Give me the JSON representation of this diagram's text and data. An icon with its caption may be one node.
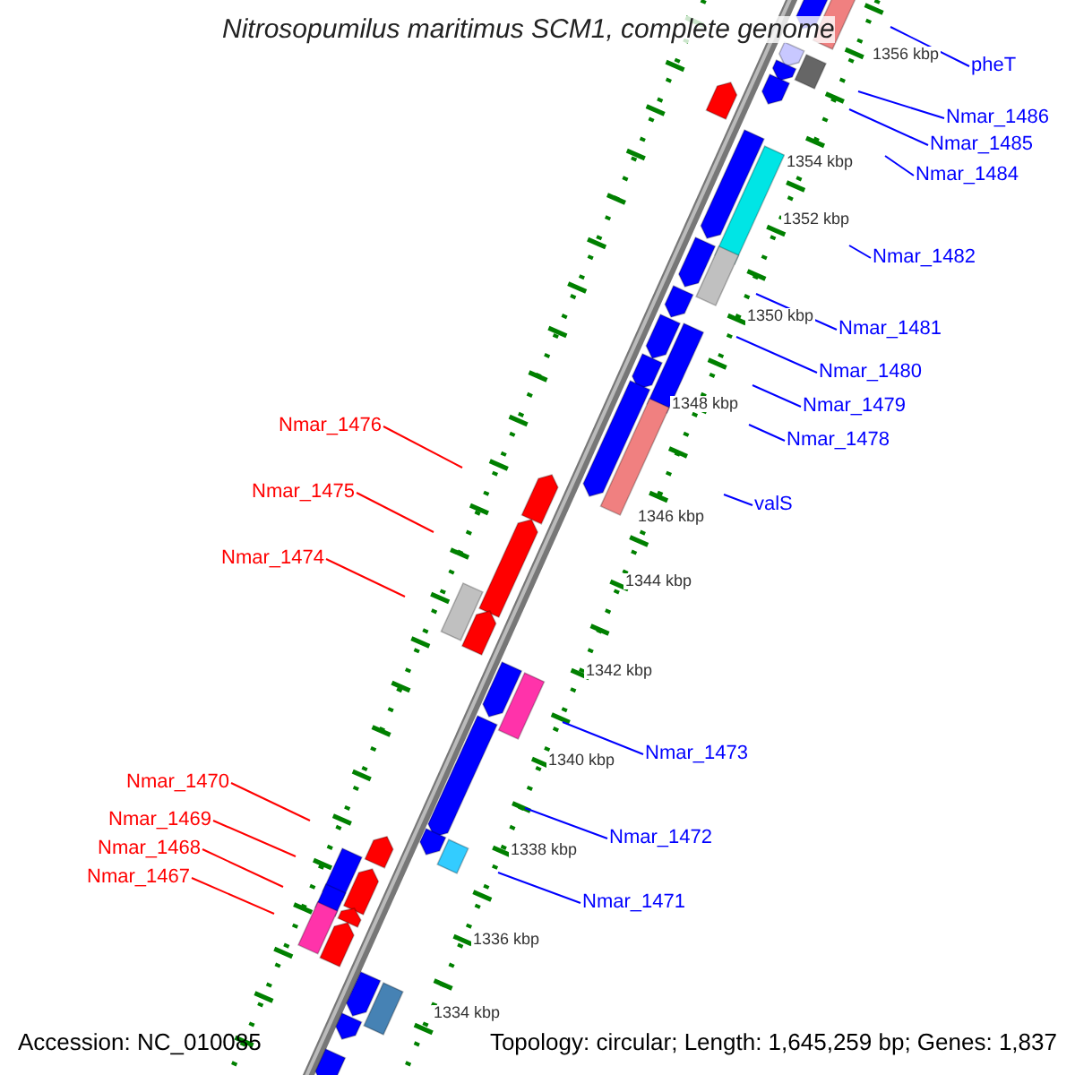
{
  "diagram": {
    "title": "Nitrosopumilus maritimus SCM1, complete genome",
    "nodes": [
      {
        "text": [
          "pheT"
        ]
      },
      {
        "text": [
          "Nmar_1486"
        ]
      },
      {
        "text": [
          "Nmar_1485"
        ]
      },
      {
        "text": [
          "Nmar_1484"
        ]
      },
      {
        "text": [
          "Nmar_1482"
        ]
      },
      {
        "text": [
          "Nmar_1481"
        ]
      },
      {
        "text": [
          "Nmar_1480"
        ]
      },
      {
        "text": [
          "Nmar_1479"
        ]
      },
      {
        "text": [
          "Nmar_1478"
        ]
      },
      {
        "text": [
          "valS"
        ]
      },
      {
        "text": [
          "Nmar_1473"
        ]
      },
      {
        "text": [
          "Nmar_1472"
        ]
      },
      {
        "text": [
          "Nmar_1471"
        ]
      },
      {
        "text": [
          "Nmar_1476"
        ]
      },
      {
        "text": [
          "Nmar_1475"
        ]
      },
      {
        "text": [
          "Nmar_1474"
        ]
      },
      {
        "text": [
          "Nmar_1470"
        ]
      },
      {
        "text": [
          "Nmar_1469"
        ]
      },
      {
        "text": [
          "Nmar_1468"
        ]
      },
      {
        "text": [
          "Nmar_1467"
        ]
      }
    ],
    "edges": [
      {
        "from": 0,
        "to": null,
        "arrow": "none"
      },
      {
        "from": 1,
        "to": null,
        "arrow": "none"
      },
      {
        "from": 2,
        "to": null,
        "arrow": "none"
      },
      {
        "from": 3,
        "to": null,
        "arrow": "none"
      },
      {
        "from": 4,
        "to": null,
        "arrow": "none"
      },
      {
        "from": 5,
        "to": null,
        "arrow": "none"
      },
      {
        "from": 6,
        "to": null,
        "arrow": "none"
      },
      {
        "from": 7,
        "to": null,
        "arrow": "none"
      },
      {
        "from": 8,
        "to": null,
        "arrow": "none"
      },
      {
        "from": 9,
        "to": null,
        "arrow": "none"
      },
      {
        "from": 10,
        "to": null,
        "arrow": "none"
      },
      {
        "from": 11,
        "to": null,
        "arrow": "none"
      },
      {
        "from": 12,
        "to": null,
        "arrow": "none"
      },
      {
        "from": 13,
        "to": null,
        "arrow": "none",
        "color": "#ff0000"
      },
      {
        "from": 14,
        "to": null,
        "arrow": "none",
        "color": "#ff0000"
      },
      {
        "from": 15,
        "to": null,
        "arrow": "none",
        "color": "#ff0000"
      },
      {
        "from": 16,
        "to": null,
        "arrow": "none",
        "color": "#ff0000"
      },
      {
        "from": 17,
        "to": null,
        "arrow": "none",
        "color": "#ff0000"
      },
      {
        "from": 18,
        "to": null,
        "arrow": "none",
        "color": "#ff0000"
      },
      {
        "from": 19,
        "to": null,
        "arrow": "none",
        "color": "#ff0000"
      }
    ],
    "labels": [
      "1356 kbp",
      "1354 kbp",
      "1352 kbp",
      "1350 kbp",
      "1348 kbp",
      "1346 kbp",
      "1344 kbp",
      "1342 kbp",
      "1340 kbp",
      "1338 kbp",
      "1336 kbp",
      "1334 kbp",
      "Accession: NC_010085",
      "Topology: circular; Length: 1,645,259 bp; Genes: 1,837"
    ]
  }
}
